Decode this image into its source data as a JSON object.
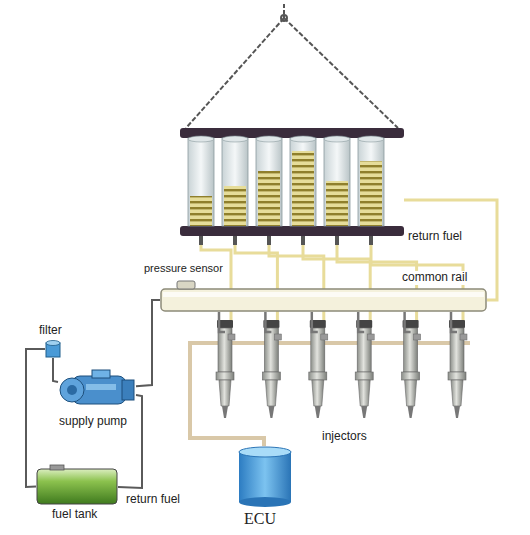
{
  "diagram": {
    "nodes": [
      {
        "text": [
          "common rail"
        ]
      },
      {
        "text": [
          "pressure sensor"
        ]
      },
      {
        "text": [
          "filter"
        ]
      },
      {
        "text": [
          "supply pump"
        ]
      },
      {
        "text": [
          "fuel tank"
        ]
      },
      {
        "text": [
          "ECU"
        ]
      }
    ],
    "edges": [
      {
        "from": 4,
        "to": 2,
        "arrow": "none"
      },
      {
        "from": 2,
        "to": 3,
        "arrow": "none"
      },
      {
        "from": 3,
        "to": 0,
        "arrow": "none"
      },
      {
        "from": 3,
        "to": 4,
        "arrow": "none",
        "label": "return fuel"
      }
    ],
    "labels": [
      "return fuel",
      "injectors"
    ]
  }
}
